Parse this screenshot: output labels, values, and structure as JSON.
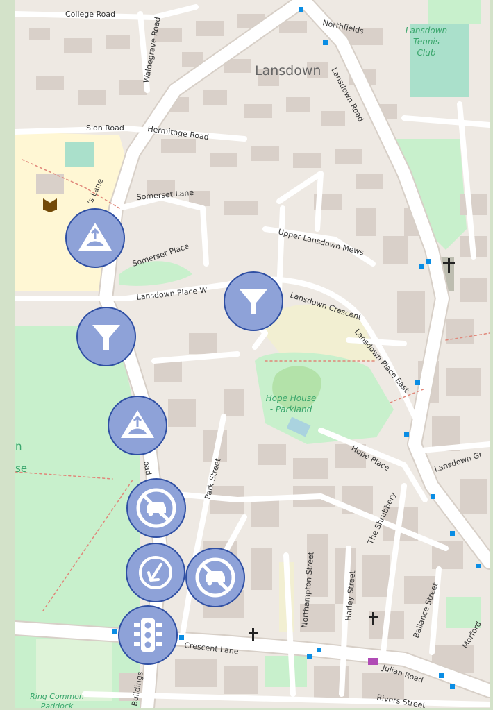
{
  "map": {
    "roads": {
      "college_road": "College Road",
      "waldegrave_road": "Waldegrave Road",
      "northfields": "Northfields",
      "lansdown_road": "Lansdown Road",
      "sion_road": "Sion Road",
      "hermitage_road": "Hermitage Road",
      "somerset_lane": "Somerset Lane",
      "upper_lansdown_mews": "Upper Lansdown Mews",
      "somerset_place": "Somerset Place",
      "lansdown_place_w": "Lansdown Place W",
      "lansdown_crescent": "Lansdown Crescent",
      "lansdown_place_east": "Lansdown Place East",
      "hope_place": "Hope Place",
      "lansdown_gr": "Lansdown Gr",
      "park_street": "Park Street",
      "the_shrubbery": "The Shrubbery",
      "northampton_street": "Northampton Street",
      "harley_street": "Harley Street",
      "ballance_street": "Ballance Street",
      "morford": "Morford",
      "crescent_lane": "Crescent Lane",
      "julian_road": "Julian Road",
      "rivers_street": "Rivers Street",
      "buildings": "Buildings",
      "lane_fragment": "'s Lane",
      "road_fragment": "oad"
    },
    "places": {
      "lansdown": "Lansdown",
      "tennis_club": [
        "Lansdown",
        "Tennis",
        "Club"
      ],
      "hope_house": [
        "Hope House",
        "- Parkland"
      ],
      "ring_common": [
        "Ring Common",
        "Paddock"
      ],
      "edge_fragment_1": "n",
      "edge_fragment_2": "se"
    },
    "colors": {
      "map_background": "#eee9e3",
      "building": "#d9d0c9",
      "park": "#c8f0cc",
      "pitch": "#aae0cb",
      "school_area": "#fff7d4",
      "marker_fill": "#8ea2d8",
      "marker_border": "#2f4fa3",
      "bus_stop": "#0a8de4"
    },
    "markers": [
      {
        "name": "speed-bump-marker",
        "icon": "speed-bump-icon"
      },
      {
        "name": "filter-marker",
        "icon": "filter-icon"
      },
      {
        "name": "filter-marker",
        "icon": "filter-icon"
      },
      {
        "name": "speed-bump-marker",
        "icon": "speed-bump-icon"
      },
      {
        "name": "no-cars-marker",
        "icon": "no-cars-icon"
      },
      {
        "name": "one-way-marker",
        "icon": "arrow-down-left-icon"
      },
      {
        "name": "no-cars-marker",
        "icon": "no-cars-icon"
      },
      {
        "name": "traffic-light-marker",
        "icon": "traffic-light-icon"
      }
    ]
  }
}
